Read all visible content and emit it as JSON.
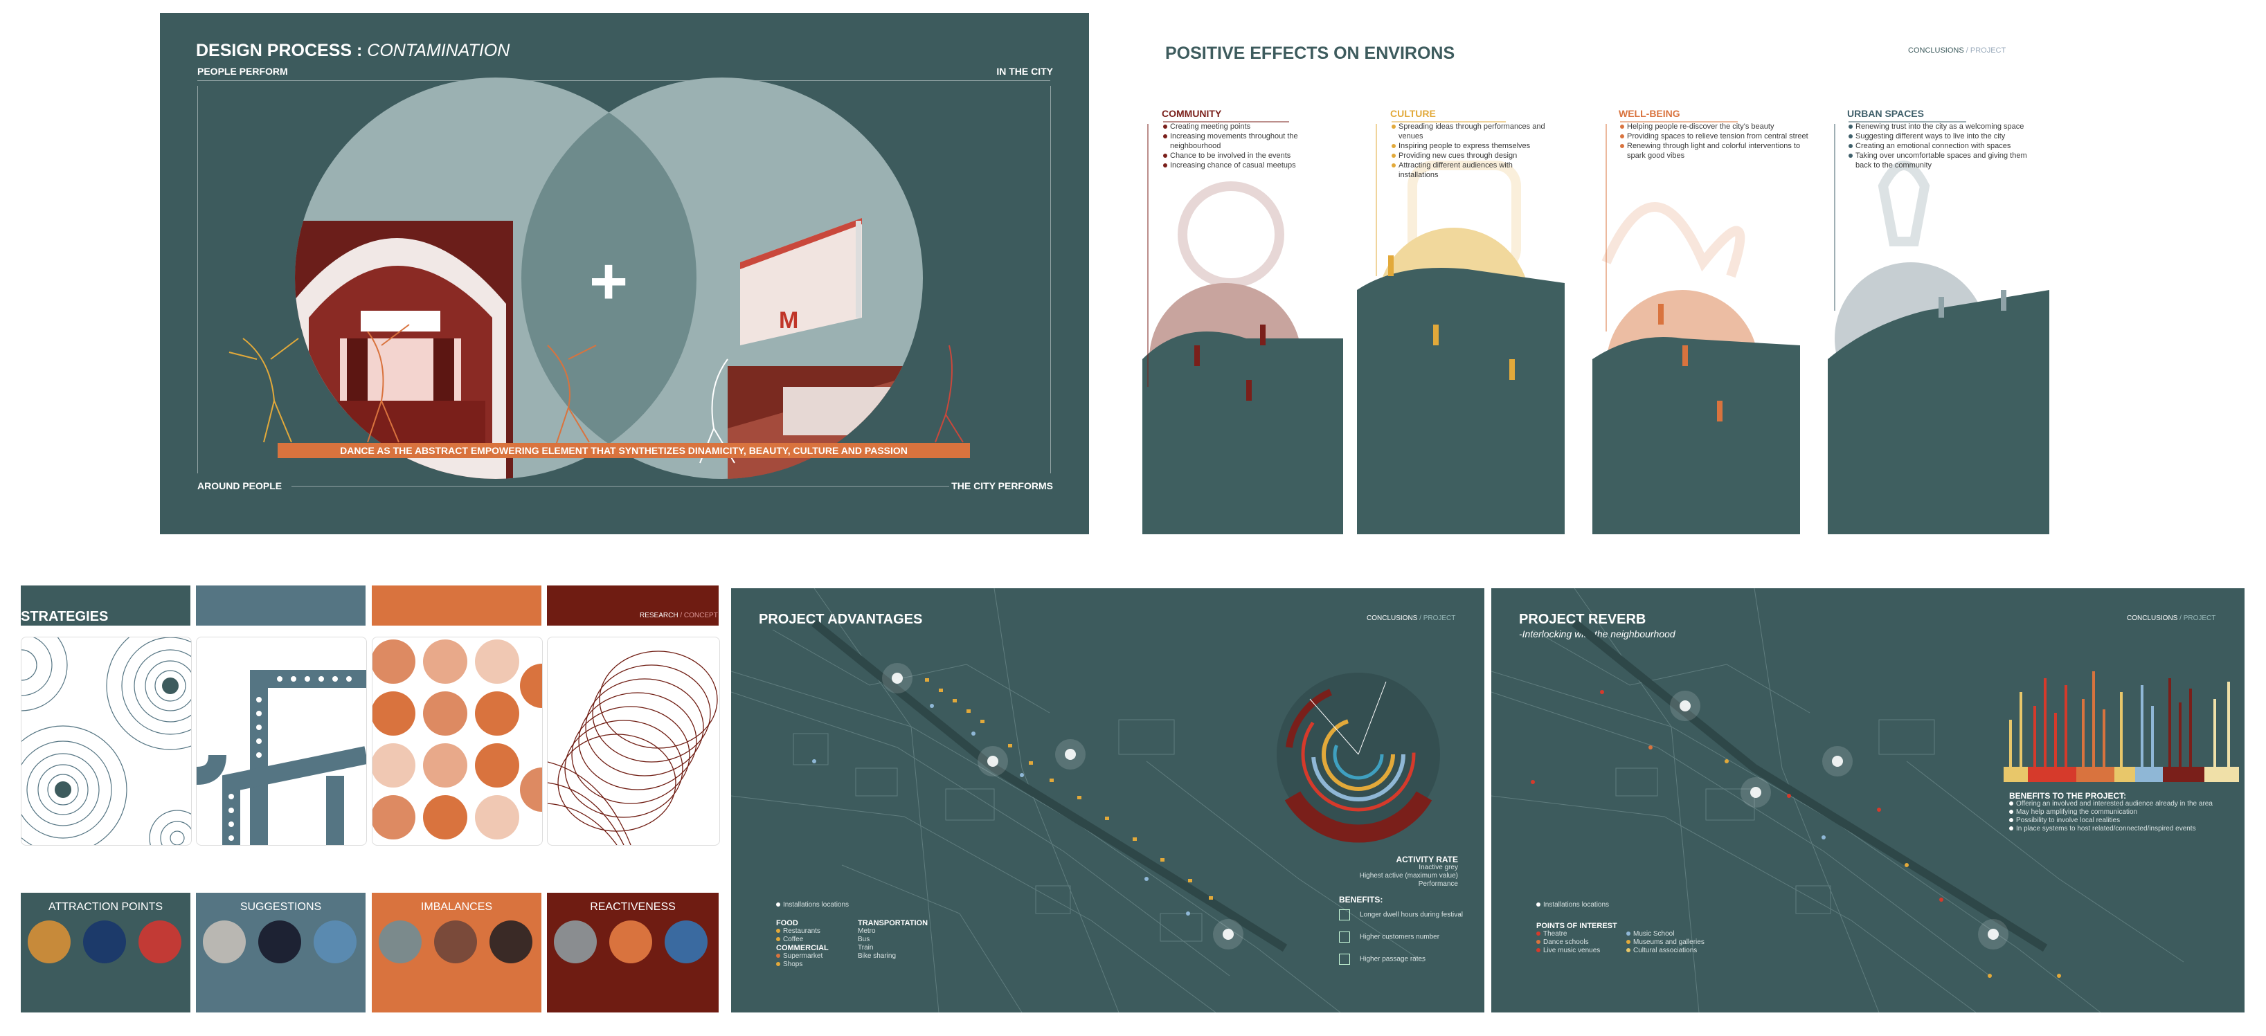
{
  "panel1": {
    "title_main": "DESIGN PROCESS : ",
    "title_italic": "CONTAMINATION",
    "top_left": "PEOPLE PERFORM",
    "top_right": "IN THE CITY",
    "bottom_left": "AROUND PEOPLE",
    "bottom_right": "THE CITY PERFORMS",
    "plus": "+",
    "banner": "DANCE AS THE ABSTRACT EMPOWERING ELEMENT THAT SYNTHETIZES DINAMICITY, BEAUTY,  CULTURE AND PASSION",
    "billboard_letter": "M"
  },
  "panel2": {
    "title": "POSITIVE EFFECTS ON ENVIRONS",
    "nav_active": "CONCLUSIONS",
    "nav_sep": " / ",
    "nav_inactive": "PROJECT",
    "columns": [
      {
        "heading": "COMMUNITY",
        "color": "#7a1f1a",
        "items": [
          "Creating meeting points",
          "Increasing movements throughout the neighbourhood",
          "Chance to be involved in the events",
          "Increasing chance of casual meetups"
        ]
      },
      {
        "heading": "CULTURE",
        "color": "#e2a93a",
        "items": [
          "Spreading ideas through performances and venues",
          "Inspiring people to express themselves",
          "Providing new cues through design",
          "Attracting different audiences with installations"
        ]
      },
      {
        "heading": "WELL-BEING",
        "color": "#d9733e",
        "items": [
          "Helping people re-discover the city's beauty",
          "Providing spaces to relieve tension from central street",
          "Renewing through light and colorful interventions to spark good vibes"
        ]
      },
      {
        "heading": "URBAN SPACES",
        "color": "#3f5f6a",
        "items": [
          "Renewing trust into the city as a welcoming space",
          "Suggesting different ways to live into the city",
          "Creating an emotional connection with spaces",
          "Taking over uncomfortable spaces and giving them back to the community"
        ]
      }
    ]
  },
  "panel3": {
    "title": "STRATEGIES",
    "nav_active": "RESEARCH",
    "nav_sep": " / ",
    "nav_inactive": "CONCEPT",
    "labels": [
      "ATTRACTION POINTS",
      "SUGGESTIONS",
      "IMBALANCES",
      "REACTIVENESS"
    ],
    "colors": [
      "#3d5b5d",
      "#557583",
      "#d9733e",
      "#6f1c12"
    ]
  },
  "panel4": {
    "title": "PROJECT ADVANTAGES",
    "nav_active": "CONCLUSIONS",
    "nav_sep": " / ",
    "nav_inactive": "PROJECT",
    "legend_light": "Installations locations",
    "food_heading": "FOOD",
    "food_items": [
      "Restaurants",
      "Coffee"
    ],
    "commercial_heading": "COMMERCIAL",
    "commercial_items": [
      "Supermarket",
      "Shops"
    ],
    "transport_heading": "TRANSPORTATION",
    "transport_items": [
      "Metro",
      "Bus",
      "Train",
      "Bike sharing"
    ],
    "activity_heading": "ACTIVITY RATE",
    "activity_items": [
      "Inactive grey",
      "Highest active (maximum value)",
      "Performance"
    ],
    "benefits_heading": "BENEFITS:",
    "benefits": [
      "Longer dwell hours during festival",
      "Higher customers number",
      "Higher passage rates"
    ]
  },
  "panel5": {
    "title": "PROJECT REVERB",
    "subtitle": "-Interlocking with the neighbourhood",
    "nav_active": "CONCLUSIONS",
    "nav_sep": " / ",
    "nav_inactive": "PROJECT",
    "legend_light": "Installations locations",
    "poi_heading": "POINTS OF INTEREST",
    "poi_left": [
      "Theatre",
      "Dance schools",
      "Live music venues"
    ],
    "poi_right": [
      "Music School",
      "Museums and galleries",
      "Cultural associations"
    ],
    "benefits_heading": "BENEFITS TO THE PROJECT:",
    "benefits": [
      "Offering an involved and interested audience already in the area",
      "May help amplifying the communication",
      "Possibility to involve local realities",
      "In place systems to host related/connected/inspired events"
    ],
    "bar_colors": [
      "#e8c76a",
      "#d63a2b",
      "#d9733e",
      "#8fb7d6",
      "#7a1f1a",
      "#f0e0a8"
    ]
  }
}
